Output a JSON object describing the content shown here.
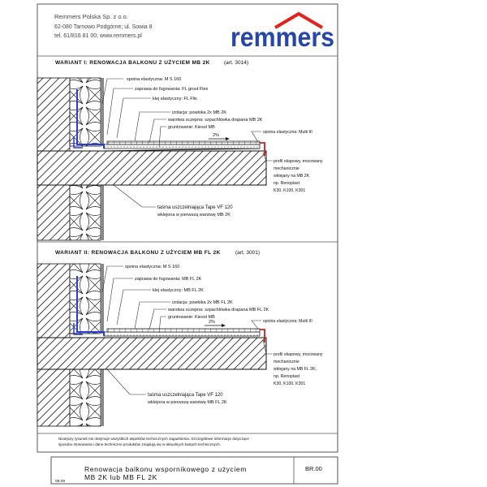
{
  "company": {
    "name": "Remmers Polska Sp. z o.o.",
    "address": "62-080 Tarnowo Podgórne; ul. Sowia 8",
    "contact": "tel. 61/816 81 00; www.remmers.pl",
    "logo_text": "remmers",
    "logo_color": "#2747a8",
    "roof_color": "#e0231c"
  },
  "variant1": {
    "title": "WARIANT I:  RENOWACJA BALKONU Z UŻYCIEM MB 2K",
    "art": "(art. 3014)",
    "labels": {
      "l1": "spoina elastyczna: M S 160",
      "l2": "zaprawa do fugowania: FL grout Flex",
      "l3": "klej elastyczny: FL Flix",
      "l4": "izolacja: powłoka 2x MB 2K",
      "l5": "warstwa sczepna: szpachlówka drapana MB 2K",
      "l6": "gruntowanie: Kiesol MB",
      "l7": "spoina elastyczna: Multi III",
      "r1": "profil okapowy, mocowany",
      "r2": "mechanicznie",
      "r3": "wklejany na MB 2K",
      "r4": "np. Renoplast",
      "r5": "K30, K100, K301",
      "b1": "taśma uszczelniająca    Tape VF 120",
      "b2": "wklejona w pierwszą warstwę MB 2K"
    }
  },
  "variant2": {
    "title": "WARIANT II:  RENOWACJA BALKONU Z UŻYCIEM MB FL 2K",
    "art": "(art. 3001)",
    "labels": {
      "l1": "spoina elastyczna: M S 160",
      "l2": "zaprawa do fugowania: MB FL 2K",
      "l3": "klej elastyczny: MB FL 2K",
      "l4": "izolacja: powłoka 2x MB FL 2K",
      "l5": "warstwa sczepna: szpachlówka drapana MB FL 2K",
      "l6": "gruntowanie: Kiesol MB",
      "l7": "spoina elastyczna: Multi III",
      "r1": "profil okapowy, mocowany",
      "r2": "mechanicznie",
      "r3": "wklejany na MB FL 2K;",
      "r4": "np. Renoplast",
      "r5": "K30, K100, K301",
      "b1": "taśma uszczelniająca    Tape VF 120",
      "b2": "wklejona w pierwszą warstwę MB FL 2K"
    }
  },
  "slope": "2%",
  "disclaimer": [
    "Niniejszy rysunek nie obejmuje wszystkich aspektów technicznych zagadnienia. Szczegółowe informacje dotyczące",
    "sposobu stosowania i dane techniczne produktów znajdują się w aktualnych kartach technicznych."
  ],
  "footer": {
    "title_line1": "Renowacja balkonu wspornikowego z użyciem",
    "title_line2": "MB 2K lub MB FL 2K",
    "code": "BR.00",
    "date": "09.09"
  }
}
